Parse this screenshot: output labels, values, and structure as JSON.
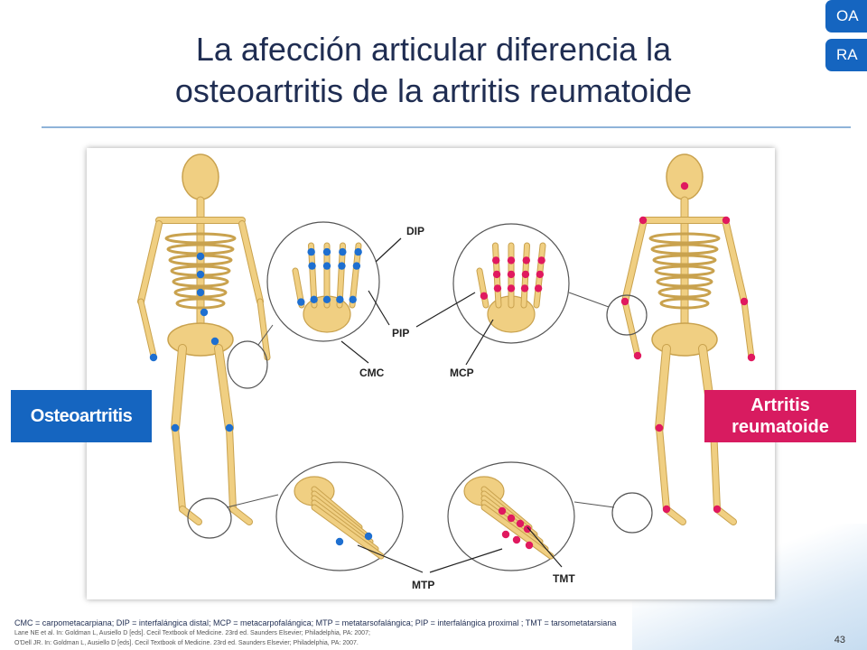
{
  "nav": {
    "oa_label": "OA",
    "ra_label": "RA"
  },
  "slide": {
    "title_line1": "La afección articular diferencia la",
    "title_line2": "osteoartritis de la artritis reumatoide",
    "page_number": "43"
  },
  "figure": {
    "labels": {
      "dip": "DIP",
      "pip": "PIP",
      "cmc": "CMC",
      "mcp": "MCP",
      "mtp": "MTP",
      "tmt": "TMT"
    }
  },
  "tags": {
    "oa": "Osteoartritis",
    "ra_line1": "Artritis",
    "ra_line2": "reumatoide"
  },
  "footnotes": {
    "abbreviations": "CMC = carpometacarpiana; DIP = interfalángica distal; MCP = metacarpofalángica; MTP = metatarsofalángica; PIP = interfalángica proximal ; TMT = tarsometatarsiana",
    "ref1": "Lane NE et al. In: Goldman L, Ausiello D [eds]. Cecil Textbook of Medicine. 23rd ed. Saunders Elsevier; Philadelphia, PA: 2007;",
    "ref2": "O'Dell JR. In: Goldman L, Ausiello D [eds]. Cecil Textbook of Medicine. 23rd ed. Saunders Elsevier; Philadelphia, PA: 2007."
  },
  "colors": {
    "oa_blue": "#1565c0",
    "ra_pink": "#d81b60",
    "bone": "#f0cf82",
    "bone_outline": "#c9a24e",
    "joint_oa": "#1e6fd0",
    "joint_ra": "#e0195f"
  }
}
